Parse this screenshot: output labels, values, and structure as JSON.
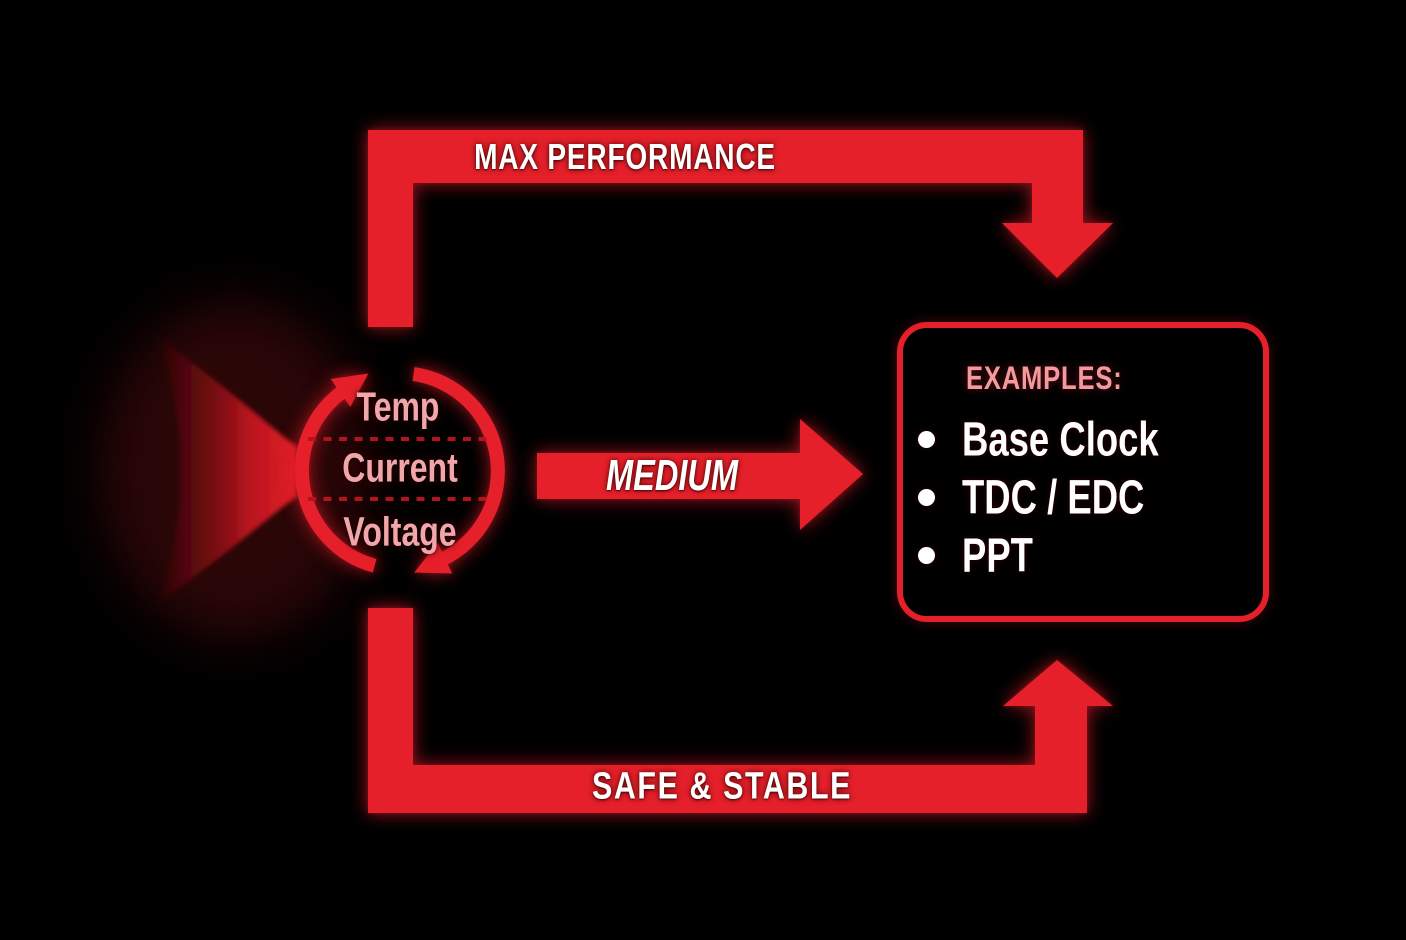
{
  "diagram": {
    "title_semantics": "precision-boost-overclocking-flow",
    "cycle": {
      "items": [
        {
          "label": "Temp"
        },
        {
          "label": "Current"
        },
        {
          "label": "Voltage"
        }
      ]
    },
    "paths": {
      "top": {
        "label": "MAX PERFORMANCE"
      },
      "middle": {
        "label": "MEDIUM"
      },
      "bottom": {
        "label": "SAFE & STABLE"
      }
    },
    "examples": {
      "heading": "EXAMPLES:",
      "items": [
        {
          "label": "Base Clock"
        },
        {
          "label": "TDC / EDC"
        },
        {
          "label": "PPT"
        }
      ]
    },
    "colors": {
      "red": "#e6202a",
      "dash_red": "#b5121b",
      "cycle_text_pink": "#f2a6aa",
      "heading_pink": "#f5999d",
      "white": "#ffffff",
      "background": "#000000"
    }
  }
}
